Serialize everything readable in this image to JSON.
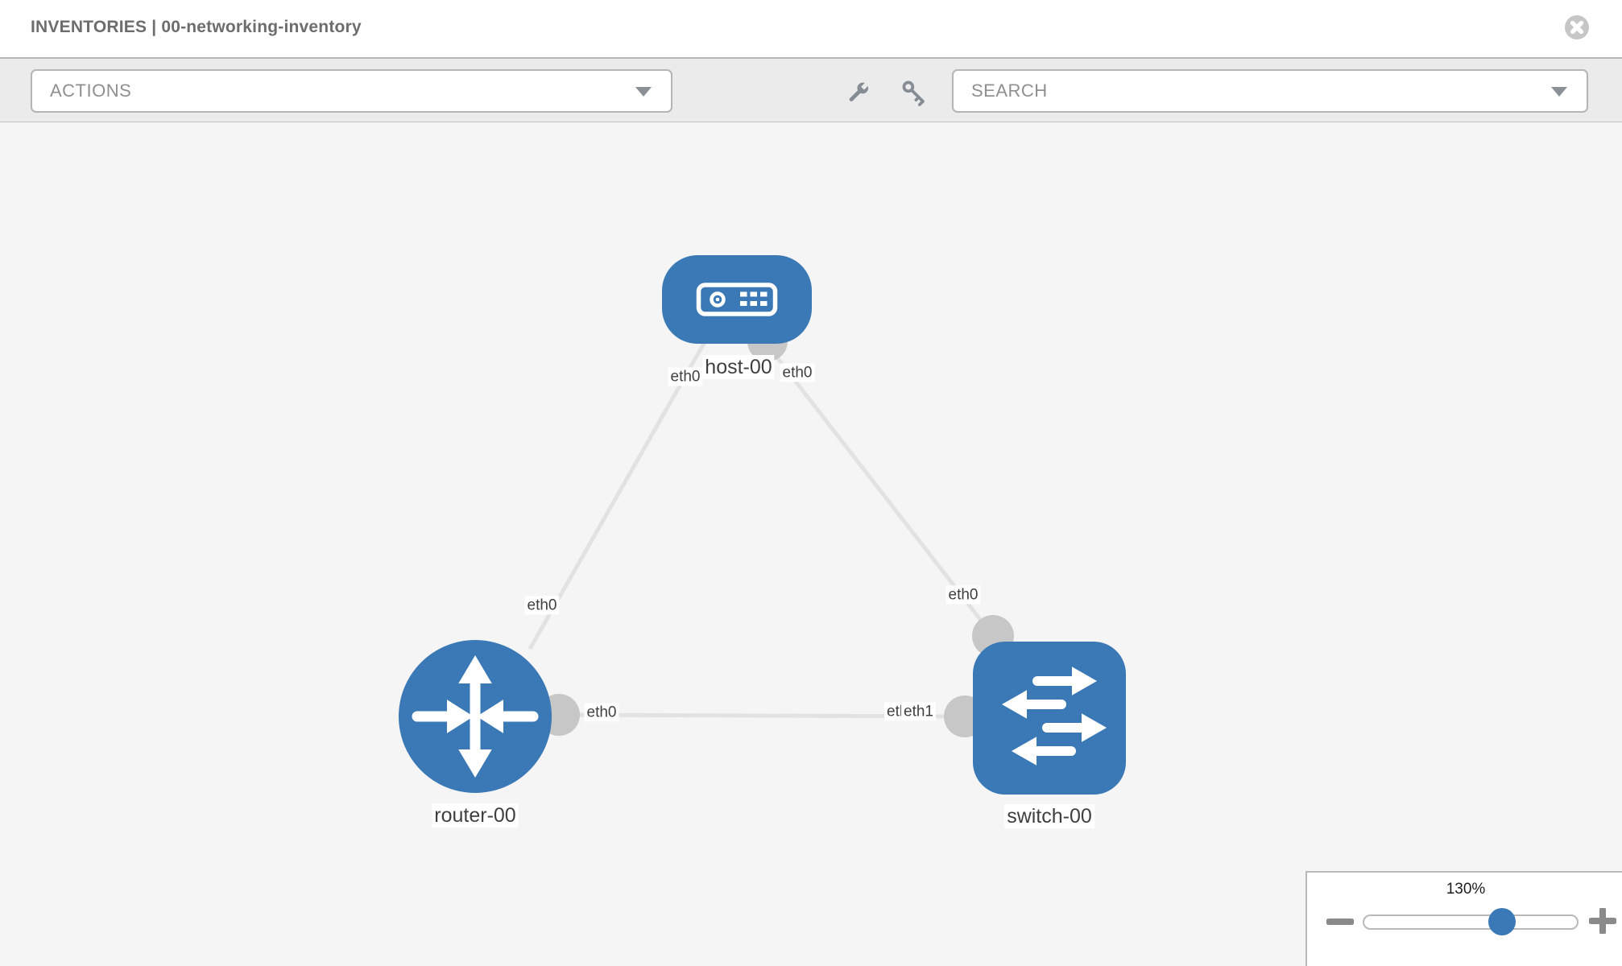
{
  "header": {
    "title": "INVENTORIES | 00-networking-inventory"
  },
  "toolbar": {
    "actions_label": "ACTIONS",
    "search_placeholder": "SEARCH",
    "icons": [
      "wrench",
      "key"
    ]
  },
  "topology": {
    "nodes": [
      {
        "id": "host-00",
        "type": "host",
        "label": "host-00"
      },
      {
        "id": "router-00",
        "type": "router",
        "label": "router-00"
      },
      {
        "id": "switch-00",
        "type": "switch",
        "label": "switch-00"
      }
    ],
    "links": [
      {
        "source": "host-00",
        "source_interface": "eth0",
        "target": "router-00",
        "target_interface": "eth0"
      },
      {
        "source": "host-00",
        "source_interface": "eth0",
        "target": "switch-00",
        "target_interface": "eth0"
      },
      {
        "source": "router-00",
        "source_interface": "eth0",
        "target": "switch-00",
        "target_interface": "eth1"
      }
    ],
    "node_labels": {
      "host": "host-00",
      "router": "router-00",
      "switch": "switch-00"
    },
    "interface_labels": {
      "host_to_router": "eth0",
      "host_to_switch": "eth0",
      "router_to_host": "eth0",
      "switch_to_host": "eth0",
      "router_to_switch": "eth0",
      "switch_to_router_hidden": "eth0",
      "switch_to_router": "eth1"
    }
  },
  "zoom_control": {
    "value": "130%",
    "minus_icon": "minus",
    "plus_icon": "plus"
  },
  "colors": {
    "node_blue": "#3a79b5",
    "link_gray": "#e2e2e2",
    "port_gray": "#c7c7c7",
    "toolbar_gray": "#ebebeb",
    "canvas_gray": "#f5f5f6"
  }
}
